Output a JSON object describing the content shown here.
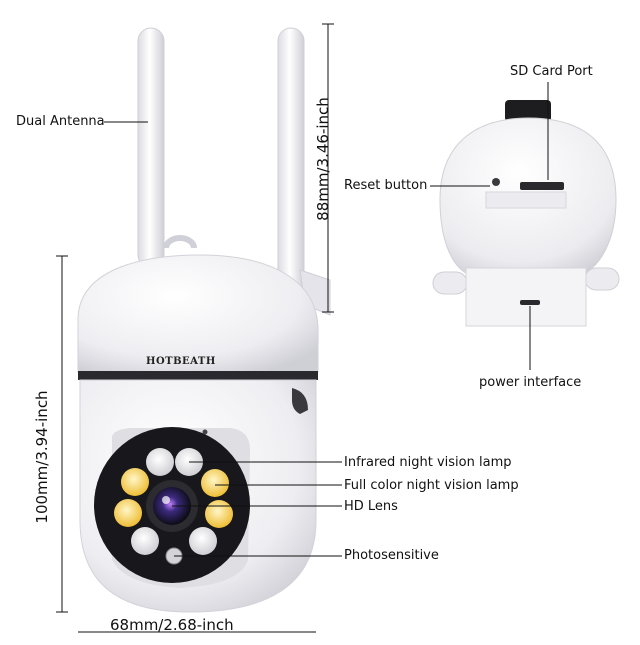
{
  "product": {
    "brand": "HOTBEATH",
    "colors": {
      "body": "#f3f3f5",
      "shadow": "#d6d6dc",
      "lens_ring": "#1b1b1f",
      "warm_led": "#f3c84a",
      "ir_led": "#e9e9ec",
      "lens_glass": "#3a2a6a"
    }
  },
  "labels": {
    "dual_antenna": "Dual Antenna",
    "sd_card_port": "SD Card Port",
    "reset_button": "Reset button",
    "power_interface": "power interface",
    "infrared_lamp": "Infrared night vision lamp",
    "full_color_lamp": "Full color night vision lamp",
    "hd_lens": "HD Lens",
    "photosensitive": "Photosensitive"
  },
  "dimensions": {
    "antenna_height": "88mm/3.46-inch",
    "body_height": "100mm/3.94-inch",
    "body_width": "68mm/2.68-inch"
  }
}
